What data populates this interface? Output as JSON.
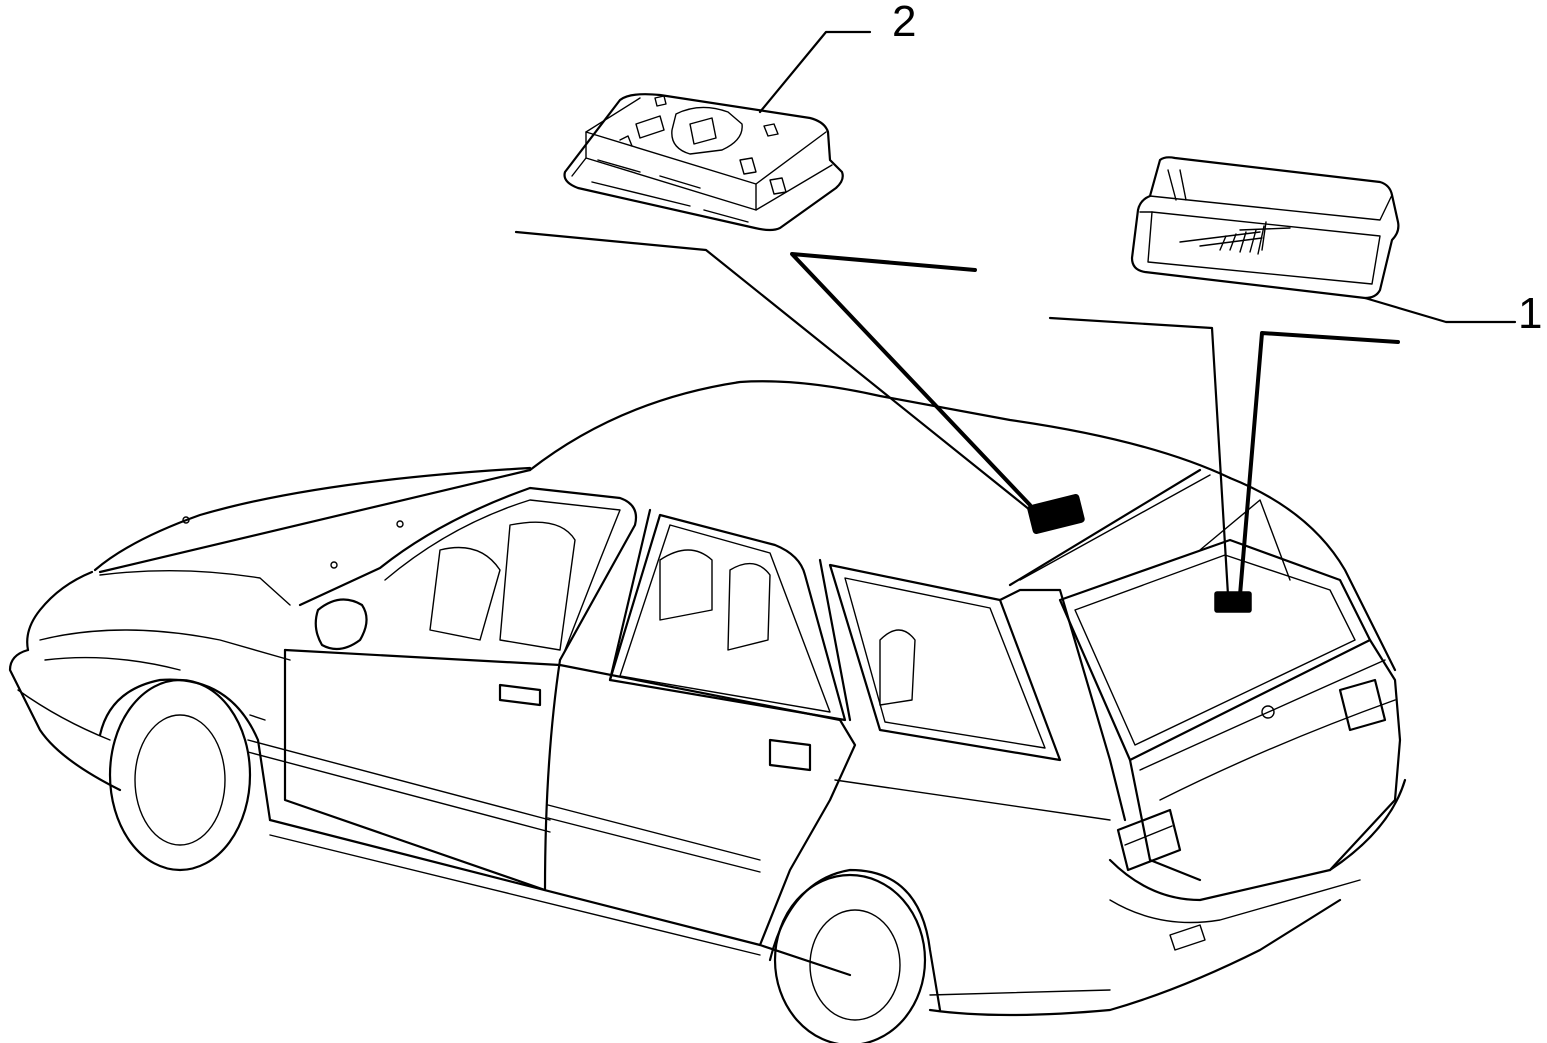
{
  "callouts": [
    {
      "number": "1",
      "part": "luggage-compartment-lamp"
    },
    {
      "number": "2",
      "part": "roof-dome-lamp"
    }
  ],
  "colors": {
    "line": "#000000",
    "background": "#ffffff"
  }
}
